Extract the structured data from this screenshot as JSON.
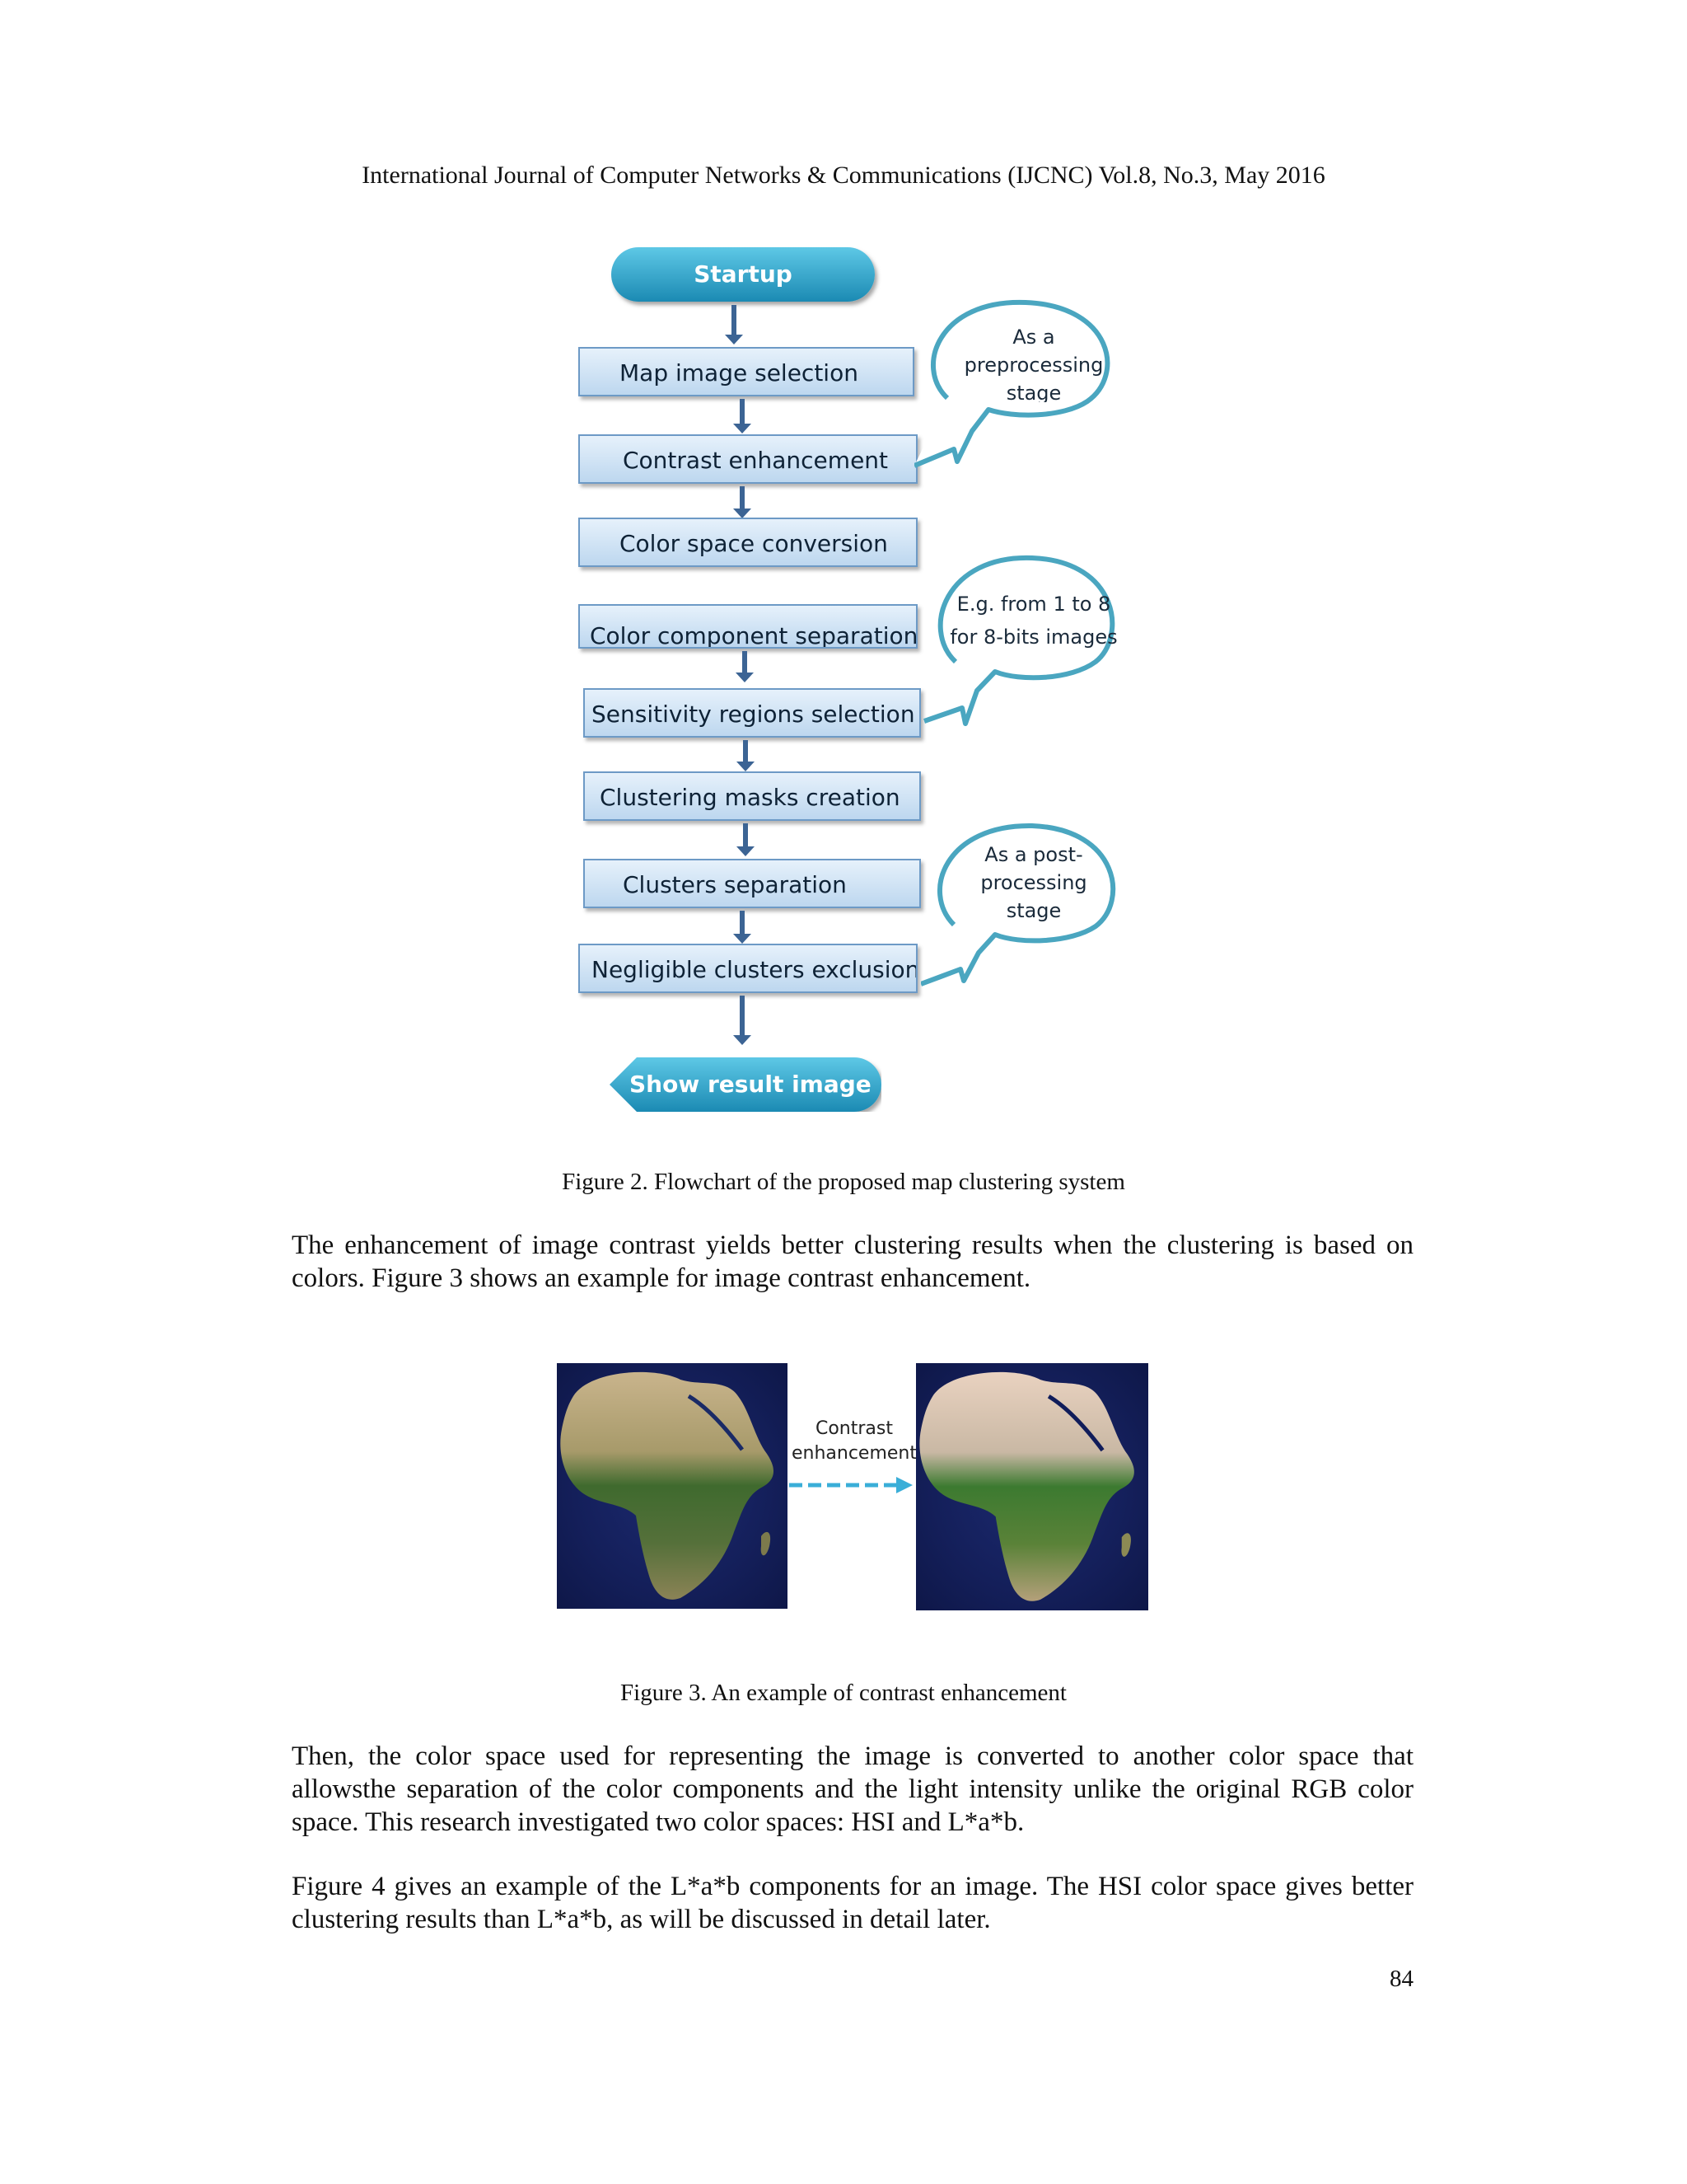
{
  "header": "International Journal of Computer Networks & Communications (IJCNC) Vol.8, No.3, May 2016",
  "flowchart": {
    "start_label": "Startup",
    "steps": [
      "Map image selection",
      "Contrast enhancement",
      "Color space conversion",
      "Color component separation",
      "Sensitivity regions selection",
      "Clustering masks creation",
      "Clusters separation",
      "Negligible clusters exclusion"
    ],
    "end_label": "Show result image",
    "notes": {
      "preprocessing_1": "As a",
      "preprocessing_2": "preprocessing",
      "preprocessing_3": "stage",
      "bits_1": "E.g. from 1 to 8",
      "bits_2": "for 8-bits images",
      "post_1": "As a post-",
      "post_2": "processing",
      "post_3": "stage"
    },
    "colors": {
      "terminal": "#1b8ab3",
      "box_border": "#6d9ac6",
      "arrow": "#3c6494",
      "bubble": "#4aa6c0"
    }
  },
  "figure2_caption": "Figure 2. Flowchart of the proposed map clustering system",
  "para1": "The enhancement of image contrast yields better clustering results when the clustering is based on colors. Figure 3 shows an example for image contrast enhancement.",
  "figure3": {
    "arrow_label_1": "Contrast",
    "arrow_label_2": "enhancement"
  },
  "figure3_caption": "Figure 3. An example of contrast enhancement",
  "para2": "Then, the color space used for representing the image is converted to another color space that allowsthe separation of the color components and the light intensity unlike the original RGB color space. This research investigated two color spaces: HSI and L*a*b.",
  "para3": "Figure 4 gives an example of the L*a*b components for an image. The HSI color space gives better clustering results than L*a*b, as will be discussed in detail later.",
  "page_number": "84"
}
